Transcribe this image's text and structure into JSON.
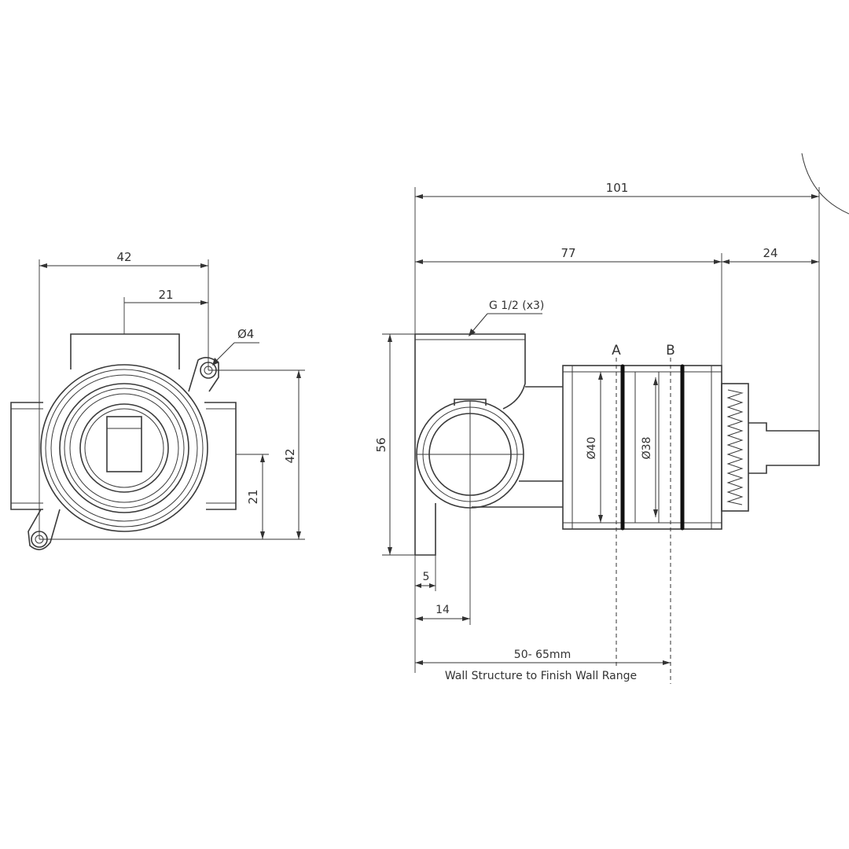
{
  "front_view": {
    "dim_width": "42",
    "dim_half_width": "21",
    "dim_hole": "Ø4",
    "dim_height": "42",
    "dim_half_height": "21"
  },
  "side_view": {
    "dim_overall": "101",
    "dim_body": "77",
    "dim_spindle": "24",
    "dim_thread": "G 1/2 (x3)",
    "dim_height": "56",
    "dim_offset_5": "5",
    "dim_offset_14": "14",
    "dim_dia_40": "Ø40",
    "dim_dia_38": "Ø38",
    "marker_a": "A",
    "marker_b": "B",
    "dim_range": "50- 65mm",
    "range_caption": "Wall Structure to Finish Wall Range"
  }
}
